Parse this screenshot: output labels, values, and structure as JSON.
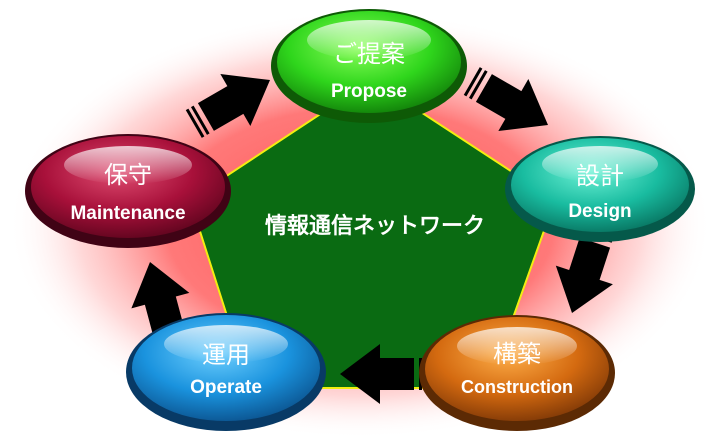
{
  "center": {
    "label": "情報通信ネットワーク"
  },
  "stages": {
    "proposal": {
      "jp": "ご提案",
      "en": "Propose"
    },
    "design": {
      "jp": "設計",
      "en": "Design"
    },
    "construction": {
      "jp": "構築",
      "en": "Construction"
    },
    "operation": {
      "jp": "運用",
      "en": "Operate"
    },
    "maintenance": {
      "jp": "保守",
      "en": "Maintenance"
    }
  },
  "colors": {
    "glow": "#ff5a5a",
    "pentagon_fill": "#0a6b12",
    "pentagon_stroke": "#f2ee10",
    "proposal": "#2fd61c",
    "design": "#19bca0",
    "construction": "#d46a10",
    "operation": "#1a93de",
    "maintenance": "#a8103a",
    "arrow": "#000000"
  }
}
